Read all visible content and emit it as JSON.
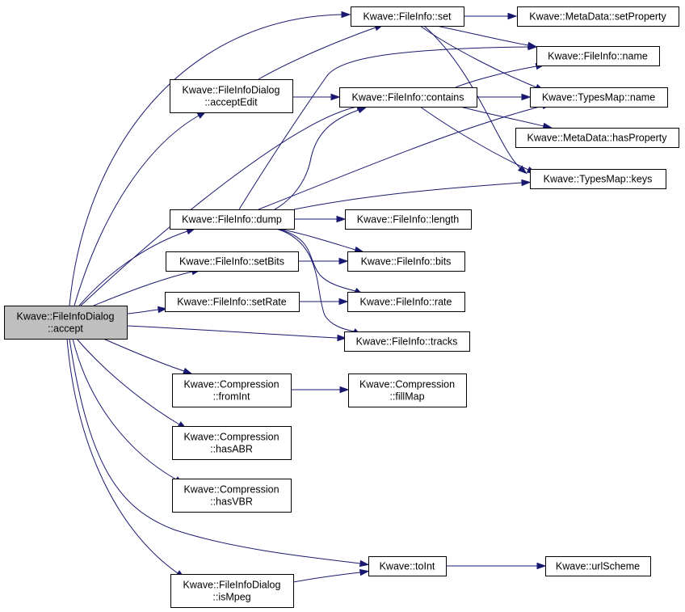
{
  "diagram": {
    "type": "call-graph",
    "colors": {
      "edge": "#191970",
      "node_fill": "#ffffff",
      "root_fill": "#bfbfbf",
      "border": "#000000"
    },
    "nodes": [
      {
        "id": "accept",
        "lines": [
          "Kwave::FileInfoDialog",
          "::accept"
        ],
        "root": true
      },
      {
        "id": "set",
        "lines": [
          "Kwave::FileInfo::set"
        ]
      },
      {
        "id": "setProperty",
        "lines": [
          "Kwave::MetaData::setProperty"
        ]
      },
      {
        "id": "fiName",
        "lines": [
          "Kwave::FileInfo::name"
        ]
      },
      {
        "id": "acceptEdit",
        "lines": [
          "Kwave::FileInfoDialog",
          "::acceptEdit"
        ]
      },
      {
        "id": "contains",
        "lines": [
          "Kwave::FileInfo::contains"
        ]
      },
      {
        "id": "tmName",
        "lines": [
          "Kwave::TypesMap::name"
        ]
      },
      {
        "id": "hasProperty",
        "lines": [
          "Kwave::MetaData::hasProperty"
        ]
      },
      {
        "id": "keys",
        "lines": [
          "Kwave::TypesMap::keys"
        ]
      },
      {
        "id": "dump",
        "lines": [
          "Kwave::FileInfo::dump"
        ]
      },
      {
        "id": "length",
        "lines": [
          "Kwave::FileInfo::length"
        ]
      },
      {
        "id": "setBits",
        "lines": [
          "Kwave::FileInfo::setBits"
        ]
      },
      {
        "id": "bits",
        "lines": [
          "Kwave::FileInfo::bits"
        ]
      },
      {
        "id": "setRate",
        "lines": [
          "Kwave::FileInfo::setRate"
        ]
      },
      {
        "id": "rate",
        "lines": [
          "Kwave::FileInfo::rate"
        ]
      },
      {
        "id": "tracks",
        "lines": [
          "Kwave::FileInfo::tracks"
        ]
      },
      {
        "id": "fromInt",
        "lines": [
          "Kwave::Compression",
          "::fromInt"
        ]
      },
      {
        "id": "fillMap",
        "lines": [
          "Kwave::Compression",
          "::fillMap"
        ]
      },
      {
        "id": "hasABR",
        "lines": [
          "Kwave::Compression",
          "::hasABR"
        ]
      },
      {
        "id": "hasVBR",
        "lines": [
          "Kwave::Compression",
          "::hasVBR"
        ]
      },
      {
        "id": "toInt",
        "lines": [
          "Kwave::toInt"
        ]
      },
      {
        "id": "urlScheme",
        "lines": [
          "Kwave::urlScheme"
        ]
      },
      {
        "id": "isMpeg",
        "lines": [
          "Kwave::FileInfoDialog",
          "::isMpeg"
        ]
      }
    ],
    "edges": [
      {
        "from": "accept",
        "to": "set"
      },
      {
        "from": "accept",
        "to": "acceptEdit"
      },
      {
        "from": "accept",
        "to": "dump"
      },
      {
        "from": "accept",
        "to": "setBits"
      },
      {
        "from": "accept",
        "to": "setRate"
      },
      {
        "from": "accept",
        "to": "tracks"
      },
      {
        "from": "accept",
        "to": "fromInt"
      },
      {
        "from": "accept",
        "to": "hasABR"
      },
      {
        "from": "accept",
        "to": "hasVBR"
      },
      {
        "from": "accept",
        "to": "toInt"
      },
      {
        "from": "accept",
        "to": "isMpeg"
      },
      {
        "from": "accept",
        "to": "contains"
      },
      {
        "from": "set",
        "to": "setProperty"
      },
      {
        "from": "set",
        "to": "fiName"
      },
      {
        "from": "set",
        "to": "tmName"
      },
      {
        "from": "set",
        "to": "keys"
      },
      {
        "from": "acceptEdit",
        "to": "set"
      },
      {
        "from": "acceptEdit",
        "to": "contains"
      },
      {
        "from": "contains",
        "to": "fiName"
      },
      {
        "from": "contains",
        "to": "tmName"
      },
      {
        "from": "contains",
        "to": "hasProperty"
      },
      {
        "from": "contains",
        "to": "keys"
      },
      {
        "from": "dump",
        "to": "fiName"
      },
      {
        "from": "dump",
        "to": "contains"
      },
      {
        "from": "dump",
        "to": "tmName"
      },
      {
        "from": "dump",
        "to": "keys"
      },
      {
        "from": "dump",
        "to": "length"
      },
      {
        "from": "dump",
        "to": "bits"
      },
      {
        "from": "dump",
        "to": "rate"
      },
      {
        "from": "dump",
        "to": "tracks"
      },
      {
        "from": "setBits",
        "to": "bits"
      },
      {
        "from": "setRate",
        "to": "rate"
      },
      {
        "from": "fromInt",
        "to": "fillMap"
      },
      {
        "from": "toInt",
        "to": "urlScheme"
      },
      {
        "from": "isMpeg",
        "to": "toInt"
      }
    ]
  }
}
